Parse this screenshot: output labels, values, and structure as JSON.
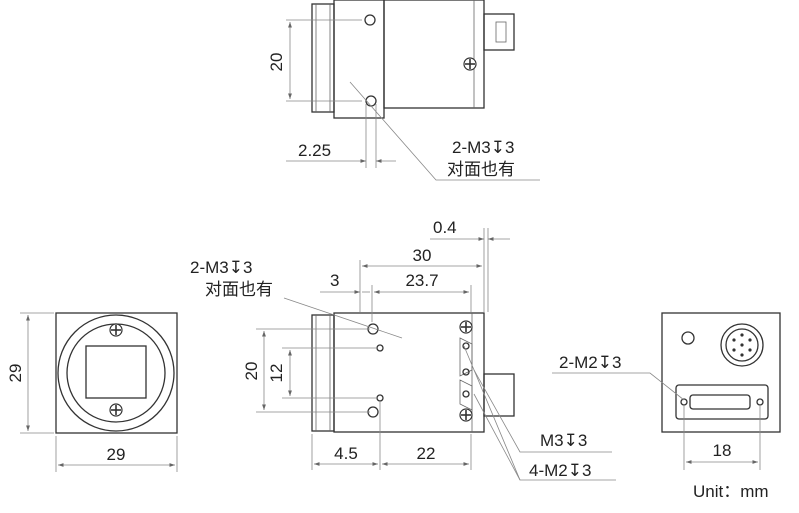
{
  "top_view": {
    "dim_height": "20",
    "dim_offset": "2.25",
    "note_thread": "2-M3↧3",
    "note_opposite": "对面也有"
  },
  "front_view": {
    "dim_height": "29",
    "dim_width": "29"
  },
  "side_view": {
    "dim_flange": "0.4",
    "dim_total": "30",
    "dim_3": "3",
    "dim_body": "23.7",
    "note_thread": "2-M3↧3",
    "note_opposite": "对面也有",
    "dim_20": "20",
    "dim_12": "12",
    "dim_45": "4.5",
    "dim_22": "22",
    "note_m3": "M3↧3",
    "note_m2": "4-M2↧3"
  },
  "rear_view": {
    "note_thread": "2-M2↧3",
    "dim_18": "18"
  },
  "unit_label": "Unit：mm"
}
